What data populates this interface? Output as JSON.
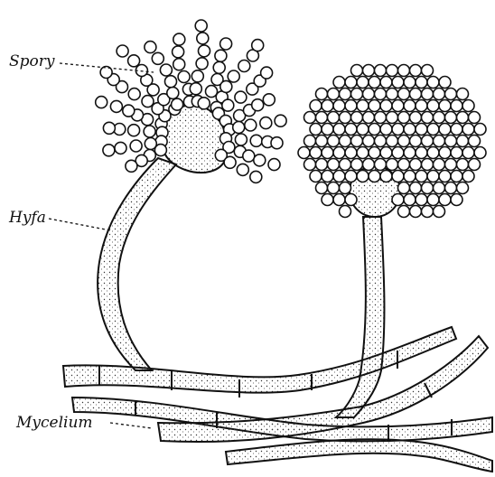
{
  "labels": {
    "spory": "Spory",
    "hyfa": "Hyfa",
    "mycelium": "Mycelium"
  },
  "colors": {
    "ink": "#111111",
    "background": "#ffffff"
  }
}
